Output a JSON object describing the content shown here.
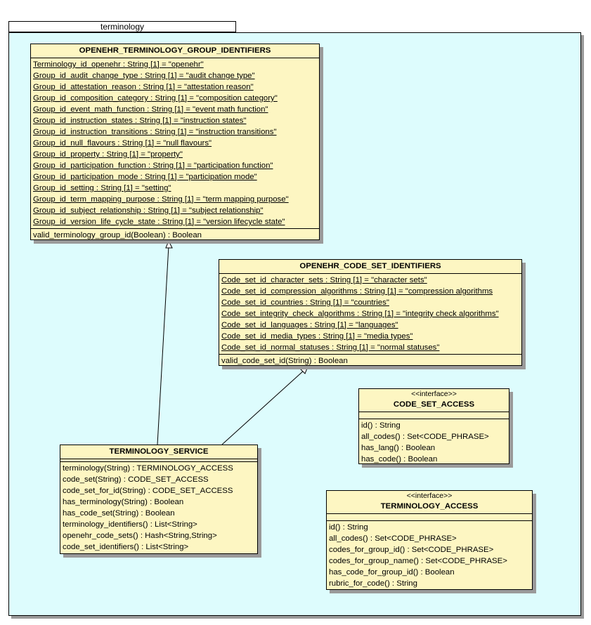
{
  "package": {
    "name": "terminology"
  },
  "classes": {
    "group_ids": {
      "name": "OPENEHR_TERMINOLOGY_GROUP_IDENTIFIERS",
      "attributes": [
        "Terminology_id_openehr : String [1] = \"openehr\"",
        "Group_id_audit_change_type : String [1] = \"audit change type\"",
        "Group_id_attestation_reason : String [1] = \"attestation reason\"",
        "Group_id_composition_category : String [1] = \"composition category\"",
        "Group_id_event_math_function : String [1] = \"event math function\"",
        "Group_id_instruction_states : String [1] = \"instruction states\"",
        "Group_id_instruction_transitions : String [1] = \"instruction transitions\"",
        "Group_id_null_flavours : String [1] = \"null flavours\"",
        "Group_id_property : String [1] = \"property\"",
        "Group_id_participation_function : String [1] = \"participation function\"",
        "Group_id_participation_mode : String [1] = \"participation mode\"",
        "Group_id_setting : String [1] = \"setting\"",
        "Group_id_term_mapping_purpose : String [1] = \"term mapping purpose\"",
        "Group_id_subject_relationship : String [1] = \"subject relationship\"",
        "Group_id_version_life_cycle_state : String [1] = \"version lifecycle state\""
      ],
      "operations": [
        "valid_terminology_group_id(Boolean) : Boolean"
      ]
    },
    "code_set_ids": {
      "name": "OPENEHR_CODE_SET_IDENTIFIERS",
      "attributes": [
        "Code_set_id_character_sets : String [1] = \"character sets\"",
        "Code_set_id_compression_algorithms : String [1] = \"compression algorithms",
        "Code_set_id_countries : String [1] = \"countries\"",
        "Code_set_integrity_check_algorithms : String [1] = \"integrity check algorithms\"",
        "Code_set_id_languages : String [1] = \"languages\"",
        "Code_set_id_media_types : String [1] = \"media types\"",
        "Code_set_id_normal_statuses : String [1] = \"normal statuses\""
      ],
      "operations": [
        "valid_code_set_id(String) : Boolean"
      ]
    },
    "code_set_access": {
      "stereotype": "<<interface>>",
      "name": "CODE_SET_ACCESS",
      "operations": [
        "id() : String",
        "all_codes() : Set<CODE_PHRASE>",
        "has_lang() : Boolean",
        "has_code() : Boolean"
      ]
    },
    "terminology_service": {
      "name": "TERMINOLOGY_SERVICE",
      "operations": [
        "terminology(String) : TERMINOLOGY_ACCESS",
        "code_set(String) : CODE_SET_ACCESS",
        "code_set_for_id(String) : CODE_SET_ACCESS",
        "has_terminology(String) : Boolean",
        "has_code_set(String) : Boolean",
        "terminology_identifiers() : List<String>",
        "openehr_code_sets() : Hash<String,String>",
        "code_set_identifiers() : List<String>"
      ]
    },
    "terminology_access": {
      "stereotype": "<<interface>>",
      "name": "TERMINOLOGY_ACCESS",
      "operations": [
        "id() : String",
        "all_codes() : Set<CODE_PHRASE>",
        "codes_for_group_id() : Set<CODE_PHRASE>",
        "codes_for_group_name() : Set<CODE_PHRASE>",
        "has_code_for_group_id() : Boolean",
        "rubric_for_code() : String"
      ]
    }
  }
}
